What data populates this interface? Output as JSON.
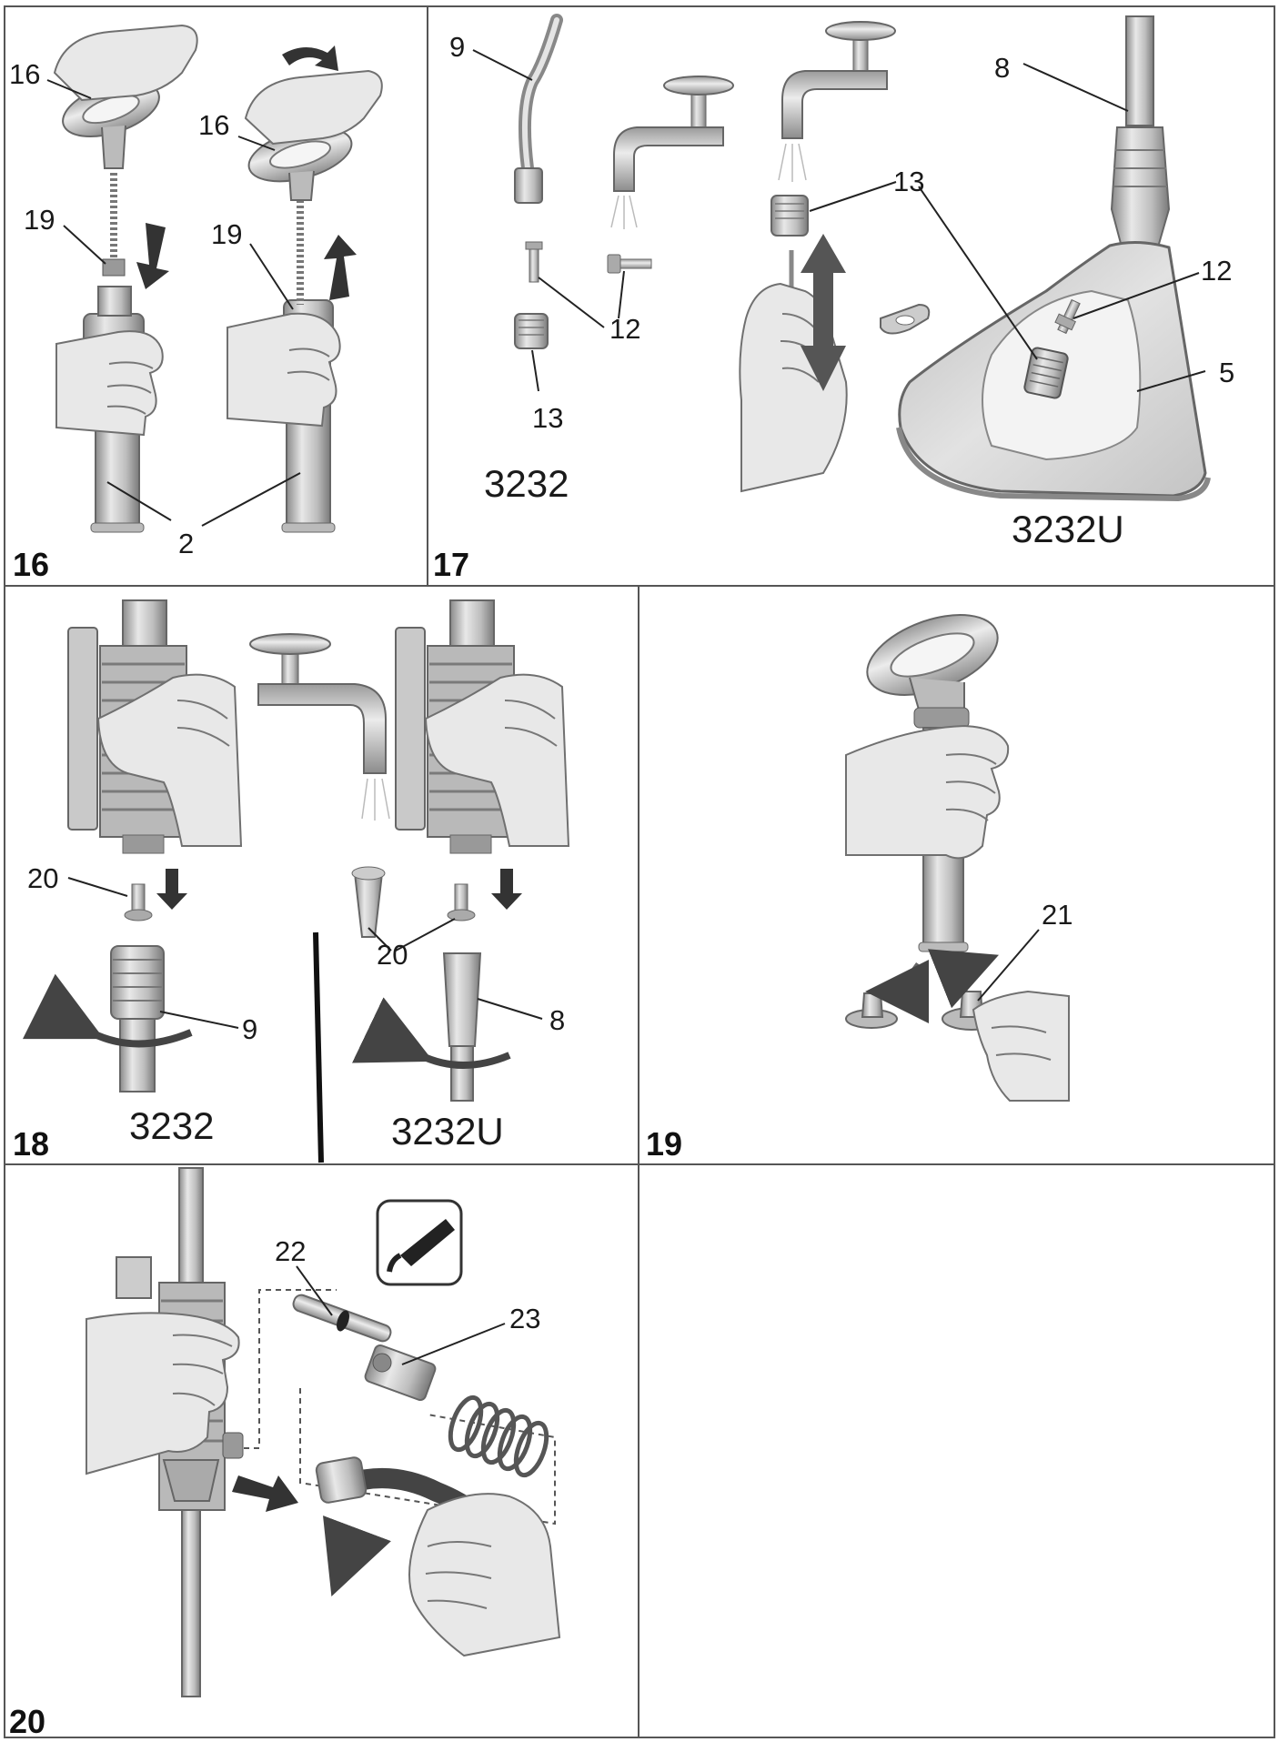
{
  "figures": {
    "fig16": {
      "number": "16",
      "callouts": {
        "handle_left": "16",
        "handle_right": "16",
        "nut_left": "19",
        "nut_right": "19",
        "tube": "2"
      }
    },
    "fig17": {
      "number": "17",
      "callouts": {
        "hose": "9",
        "screen": "13",
        "screen_mid": "13",
        "pin": "12",
        "pin_body": "12",
        "wand": "8",
        "shield": "5"
      },
      "model_a": "3232",
      "model_b": "3232U"
    },
    "fig18": {
      "number": "18",
      "callouts": {
        "seat_left": "20",
        "seat_mid": "20",
        "hose": "9",
        "wand": "8"
      },
      "model_a": "3232",
      "model_b": "3232U"
    },
    "fig19": {
      "number": "19",
      "callouts": {
        "valve": "21"
      }
    },
    "fig20": {
      "number": "20",
      "callouts": {
        "oring": "22",
        "valve_body": "23"
      }
    }
  },
  "colors": {
    "grid_line": "#555555",
    "metal_light": "#d9d9d9",
    "metal_mid": "#a9a9a9",
    "metal_dark": "#6e6e6e",
    "skin": "#e6e6e6",
    "skin_line": "#707070",
    "arrow": "#444444"
  },
  "icons": [
    "hand-icon",
    "faucet-icon",
    "down-arrow-icon",
    "up-arrow-icon",
    "rotate-arrow-icon",
    "grease-tube-icon",
    "spring-icon"
  ]
}
